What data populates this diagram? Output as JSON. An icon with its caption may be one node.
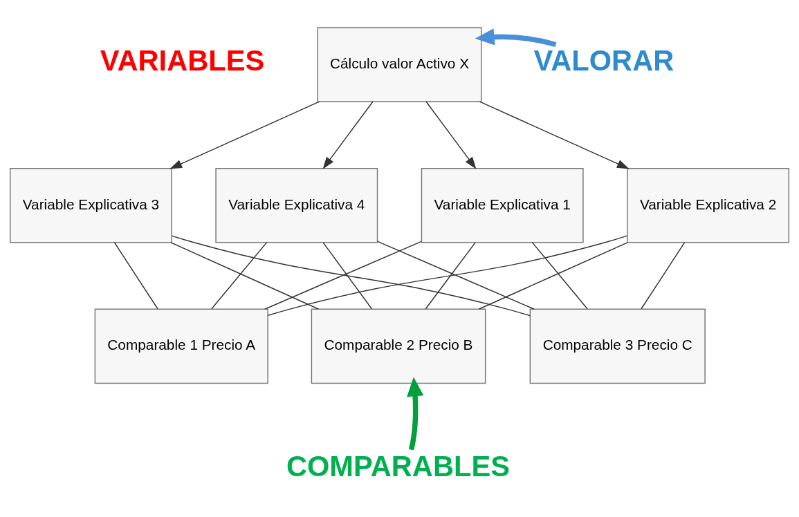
{
  "diagram": {
    "nodes": [
      {
        "text": [
          "Cálculo valor Activo X"
        ]
      },
      {
        "text": [
          "Variable Explicativa 1"
        ]
      },
      {
        "text": [
          "Variable Explicativa 2"
        ]
      },
      {
        "text": [
          "Variable Explicativa 3"
        ]
      },
      {
        "text": [
          "Variable Explicativa 4"
        ]
      },
      {
        "text": [
          "Comparable 1 Precio A"
        ]
      },
      {
        "text": [
          "Comparable 2 Precio B"
        ]
      },
      {
        "text": [
          "Comparable 3 Precio C"
        ]
      },
      {
        "text": [
          "VALORAR"
        ]
      },
      {
        "text": [
          "COMPARABLES"
        ]
      }
    ],
    "edges": [
      {
        "from": 0,
        "to": 1,
        "arrow": "to"
      },
      {
        "from": 0,
        "to": 2,
        "arrow": "to"
      },
      {
        "from": 0,
        "to": 3,
        "arrow": "to"
      },
      {
        "from": 0,
        "to": 4,
        "arrow": "to"
      },
      {
        "from": 1,
        "to": 5,
        "arrow": "none"
      },
      {
        "from": 1,
        "to": 6,
        "arrow": "none"
      },
      {
        "from": 1,
        "to": 7,
        "arrow": "none"
      },
      {
        "from": 2,
        "to": 5,
        "arrow": "none"
      },
      {
        "from": 2,
        "to": 6,
        "arrow": "none"
      },
      {
        "from": 2,
        "to": 7,
        "arrow": "none"
      },
      {
        "from": 3,
        "to": 5,
        "arrow": "none"
      },
      {
        "from": 3,
        "to": 6,
        "arrow": "none"
      },
      {
        "from": 3,
        "to": 7,
        "arrow": "none"
      },
      {
        "from": 4,
        "to": 5,
        "arrow": "none"
      },
      {
        "from": 4,
        "to": 6,
        "arrow": "none"
      },
      {
        "from": 4,
        "to": 7,
        "arrow": "none"
      },
      {
        "from": 8,
        "to": 0,
        "arrow": "to",
        "style": "thick",
        "color": "#4a90d9"
      },
      {
        "from": 9,
        "to": 6,
        "arrow": "to",
        "style": "thick",
        "color": "#00a03c"
      }
    ],
    "labels": [
      "VARIABLES"
    ]
  }
}
